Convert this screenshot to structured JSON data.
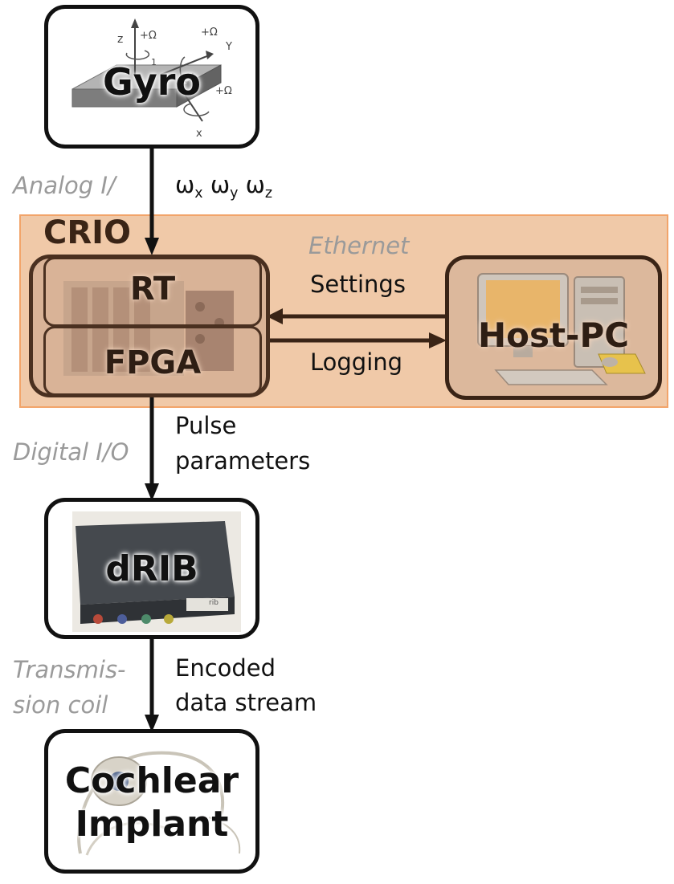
{
  "nodes": {
    "gyro": {
      "title": "Gyro",
      "axis_labels": {
        "z": "z",
        "y": "Y",
        "x": "x",
        "one": "1",
        "rot_z": "+Ω",
        "rot_y": "+Ω",
        "rot_x": "+Ω"
      }
    },
    "crio": {
      "title": "CRIO"
    },
    "rt": {
      "title": "RT"
    },
    "fpga": {
      "title": "FPGA"
    },
    "host_pc": {
      "title": "Host-PC"
    },
    "drib": {
      "title": "dRIB",
      "device_label": "rib"
    },
    "cochlear_implant": {
      "title_line1": "Cochlear",
      "title_line2": "Implant"
    }
  },
  "connections": {
    "gyro_to_crio": {
      "medium": "Analog I/",
      "signal": {
        "base": "ω",
        "sub_x": "x",
        "sub_y": "y",
        "sub_z": "z"
      }
    },
    "ethernet": {
      "medium": "Ethernet",
      "settings": "Settings",
      "logging": "Logging"
    },
    "crio_to_drib": {
      "medium": "Digital I/O",
      "signal_line1": "Pulse",
      "signal_line2": "parameters"
    },
    "drib_to_implant": {
      "medium_line1": "Transmis-",
      "medium_line2": "sion coil",
      "signal_line1": "Encoded",
      "signal_line2": "data stream"
    }
  },
  "colors": {
    "crio_fill": "#f0c9a8",
    "crio_border": "#f2a46a",
    "inner_border": "#4a3020",
    "medium_label": "#9a9a9a"
  }
}
